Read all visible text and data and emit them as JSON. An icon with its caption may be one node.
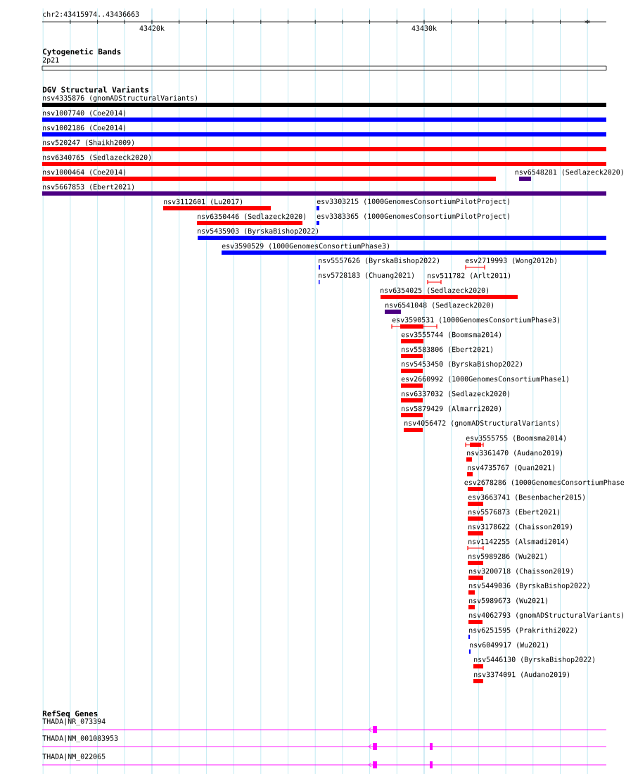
{
  "diagram": {
    "labels": [
      "chr2:43415974..43436663",
      "43420k",
      "43430k",
      "Cytogenetic Bands",
      "2p21",
      "DGV Structural Variants",
      "nsv4335876 (gnomADStructuralVariants)",
      "nsv1007740 (Coe2014)",
      "nsv1002186 (Coe2014)",
      "nsv520247 (Shaikh2009)",
      "nsv6340765 (Sedlazeck2020)",
      "nsv1000464 (Coe2014)",
      "nsv6548281 (Sedlazeck2020)",
      "nsv5667853 (Ebert2021)",
      "nsv3112601 (Lu2017)",
      "esv3303215 (1000GenomesConsortiumPilotProject)",
      "nsv6350446 (Sedlazeck2020)",
      "esv3383365 (1000GenomesConsortiumPilotProject)",
      "nsv5435903 (ByrskaBishop2022)",
      "esv3590529 (1000GenomesConsortiumPhase3)",
      "nsv5557626 (ByrskaBishop2022)",
      "esv2719993 (Wong2012b)",
      "nsv5728183 (Chuang2021)",
      "nsv511782 (Arlt2011)",
      "nsv6354025 (Sedlazeck2020)",
      "nsv6541048 (Sedlazeck2020)",
      "esv3590531 (1000GenomesConsortiumPhase3)",
      "esv3555744 (Boomsma2014)",
      "nsv5583806 (Ebert2021)",
      "nsv5453450 (ByrskaBishop2022)",
      "esv2660992 (1000GenomesConsortiumPhase1)",
      "nsv6337032 (Sedlazeck2020)",
      "nsv5879429 (Almarri2020)",
      "nsv4056472 (gnomADStructuralVariants)",
      "esv3555755 (Boomsma2014)",
      "nsv3361470 (Audano2019)",
      "nsv4735767 (Quan2021)",
      "esv2678286 (1000GenomesConsortiumPhase",
      "esv3663741 (Besenbacher2015)",
      "nsv5576873 (Ebert2021)",
      "nsv3178622 (Chaisson2019)",
      "nsv1142255 (Alsmadi2014)",
      "nsv5989286 (Wu2021)",
      "nsv3200718 (Chaisson2019)",
      "nsv5449036 (ByrskaBishop2022)",
      "nsv5989673 (Wu2021)",
      "nsv4062793 (gnomADStructuralVariants)",
      "nsv6251595 (Prakrithi2022)",
      "nsv6049917 (Wu2021)",
      "nsv5446130 (ByrskaBishop2022)",
      "nsv3374091 (Audano2019)",
      "RefSeq Genes",
      "THADA|NR_073394",
      "THADA|NM_001083953",
      "THADA|NM_022065"
    ]
  }
}
